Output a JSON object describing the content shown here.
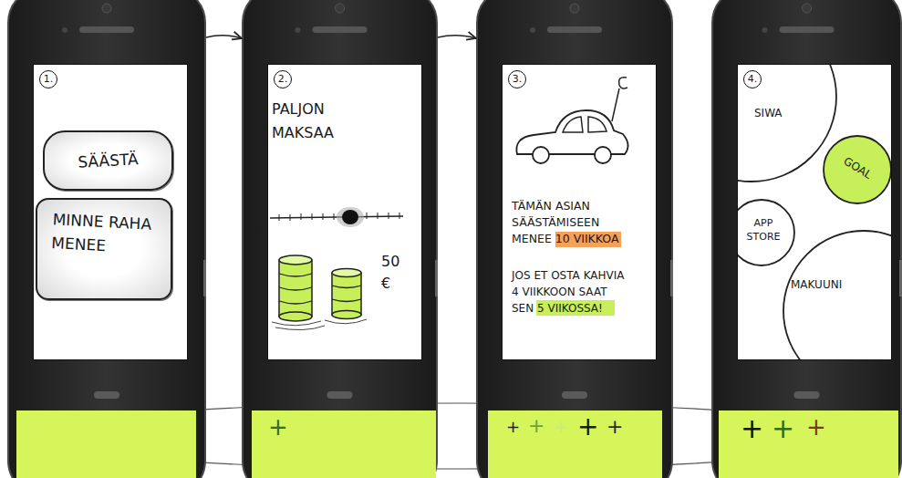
{
  "diagram": {
    "nodes": [
      {
        "text": [
          "1."
        ]
      },
      {
        "text": [
          "SÄÄSTÄ"
        ],
        "in": 0
      },
      {
        "text": [
          "MINNE RAHA MENEE"
        ],
        "in": 0
      },
      {
        "text": [
          "2.",
          "PALJON MAKSAA",
          "50 €"
        ]
      },
      {
        "text": [
          "3.",
          "TÄMÄN ASIAN SÄÄSTÄMISEEN MENEE 10 VIIKKOA",
          "JOS ET OSTA KAHVIA 4 VIIKKOON SAAT SEN 5 VIIKOSSA!"
        ]
      },
      {
        "text": [
          "4."
        ]
      },
      {
        "text": [
          "SIWA"
        ],
        "in": 5
      },
      {
        "text": [
          "GOAL"
        ],
        "in": 5
      },
      {
        "text": [
          "APP STORE"
        ],
        "in": 5
      },
      {
        "text": [
          "MAKUUNI"
        ],
        "in": 5
      },
      {
        "text": [
          "+"
        ]
      },
      {
        "text": [
          "+",
          "+",
          "+",
          "+",
          "+"
        ]
      },
      {
        "text": [
          "+",
          "+",
          "+"
        ]
      }
    ],
    "edges": [
      {
        "from": 0,
        "to": 3,
        "arrow": "to"
      },
      {
        "from": 3,
        "to": 4,
        "arrow": "to"
      }
    ]
  }
}
